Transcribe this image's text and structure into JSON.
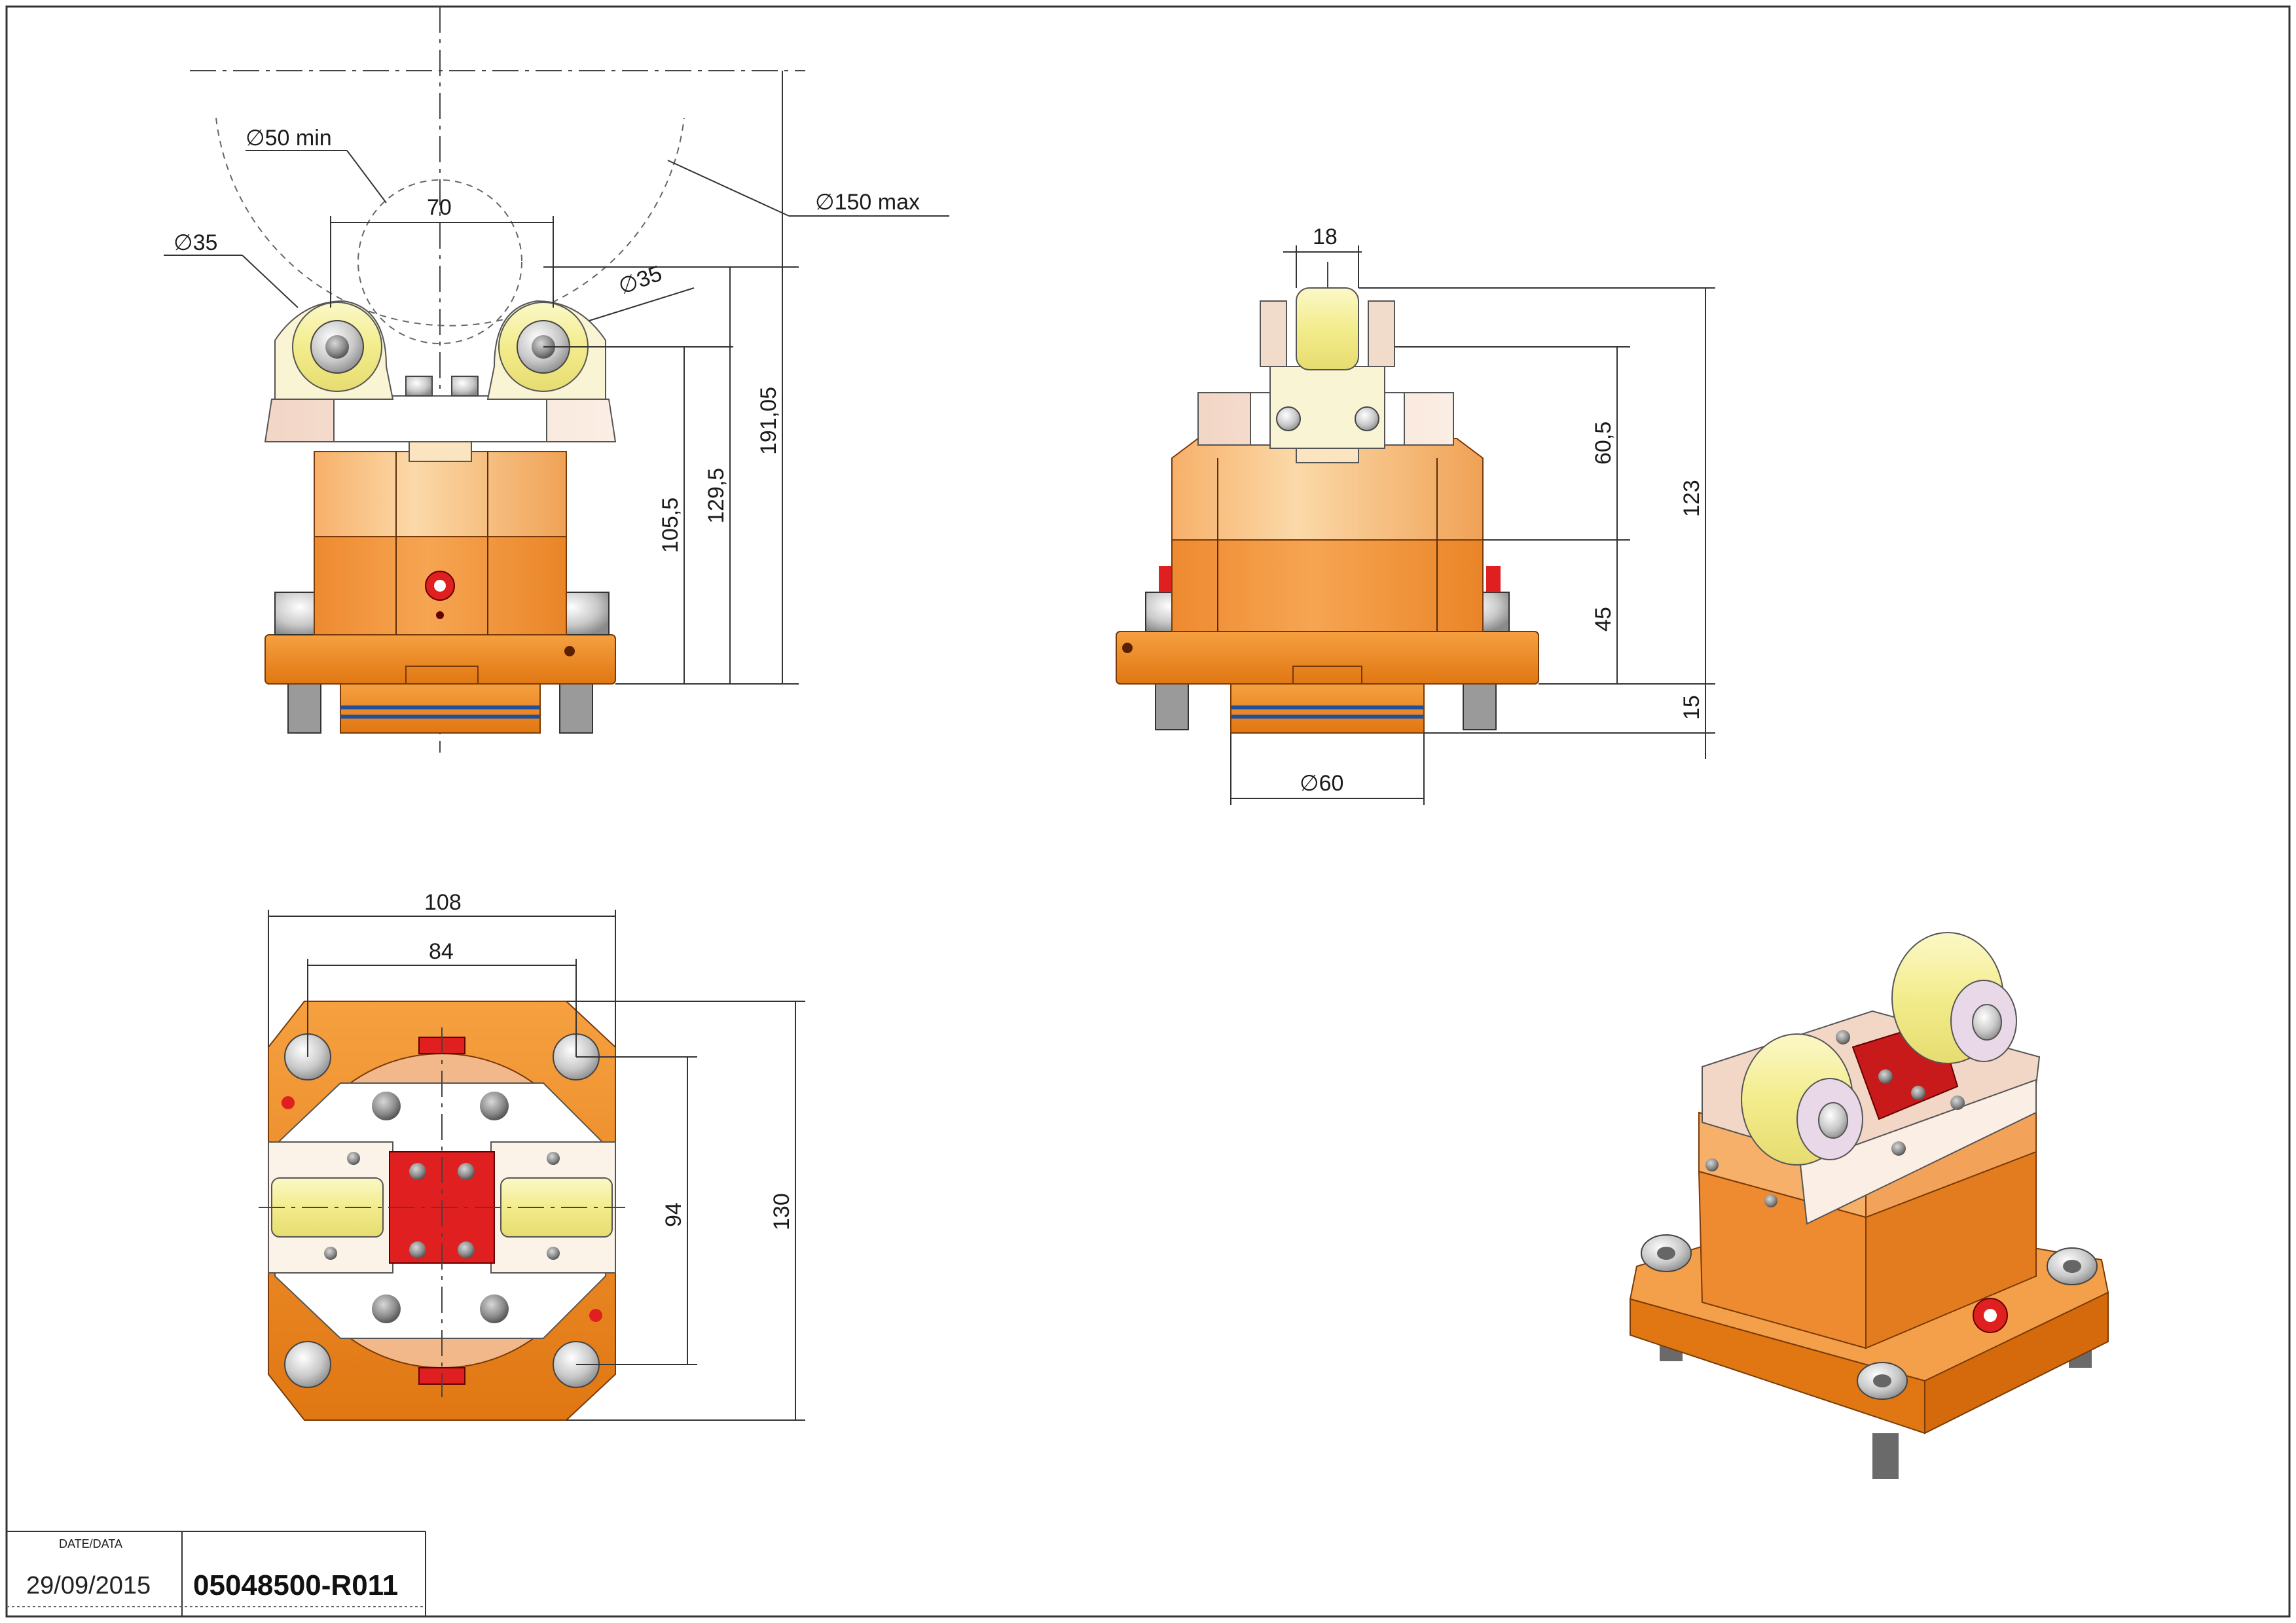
{
  "drawing": {
    "front_view": {
      "dims": {
        "dia_min": "∅50 min",
        "dia_max": "∅150 max",
        "roller_left": "∅35",
        "roller_right": "∅35",
        "span": "70",
        "h1": "105,5",
        "h2": "129,5",
        "h3": "191,05"
      }
    },
    "side_view": {
      "dims": {
        "width": "18",
        "h_upper": "60,5",
        "h_total": "123",
        "h_body": "45",
        "h_spigot": "15",
        "dia_spigot": "∅60"
      }
    },
    "top_view": {
      "dims": {
        "width_outer": "108",
        "width_holes": "84",
        "height_holes": "94",
        "height_outer": "130"
      }
    },
    "title_block": {
      "date_label": "DATE/DATA",
      "date": "29/09/2015",
      "part_number": "05048500-R011"
    }
  },
  "colors": {
    "base_orange": "#f08a1e",
    "body_orange": "#f4a04a",
    "body_light": "#f8c489",
    "body_pale": "#fbe4c0",
    "roller_yellow": "#f4f0a0",
    "clamp_red": "#e02020",
    "seal_blue": "#1f4fa0",
    "line": "#333333"
  }
}
